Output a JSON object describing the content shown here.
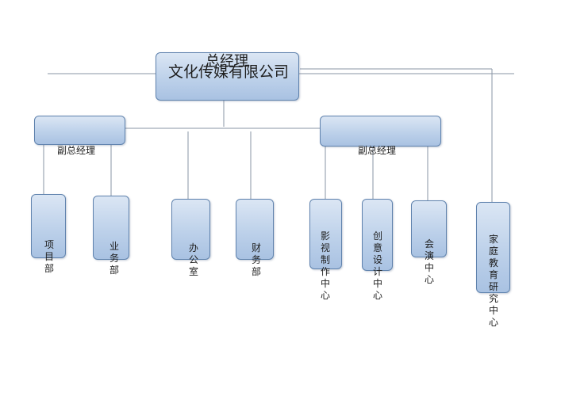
{
  "diagram": {
    "top": {
      "title": "总经理",
      "subtitle": "文化传媒有限公司"
    },
    "deputies": {
      "left": "副总经理",
      "right": "副总经理"
    },
    "departments": {
      "xiangmu": "项目部",
      "yewu": "业务部",
      "bangong": "办公室",
      "caiwu": "财务部",
      "yingshi": "影视制作中心",
      "chuangyi": "创意设计中心",
      "huiyan": "会演中心",
      "jiating": "家庭教育研究中心"
    }
  }
}
